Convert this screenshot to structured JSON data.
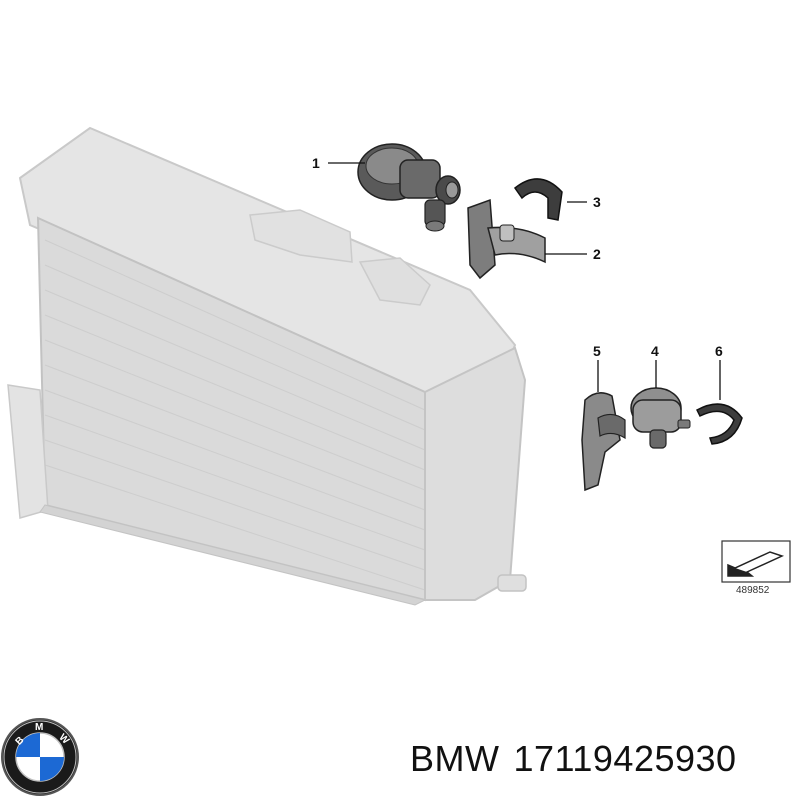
{
  "callouts": [
    {
      "number": "1"
    },
    {
      "number": "2"
    },
    {
      "number": "3"
    },
    {
      "number": "4"
    },
    {
      "number": "5"
    },
    {
      "number": "6"
    }
  ],
  "reference_number": "489852",
  "caption": {
    "brand": "BMW",
    "part_number": "17119425930"
  },
  "logo": {
    "letters": [
      "B",
      "M",
      "W"
    ]
  },
  "colors": {
    "line": "#111111",
    "radiator": "#d9d9d9",
    "radiator_edge": "#bdbdbd",
    "part_dark": "#4a4a4a",
    "logo_blue": "#1c69d4"
  }
}
